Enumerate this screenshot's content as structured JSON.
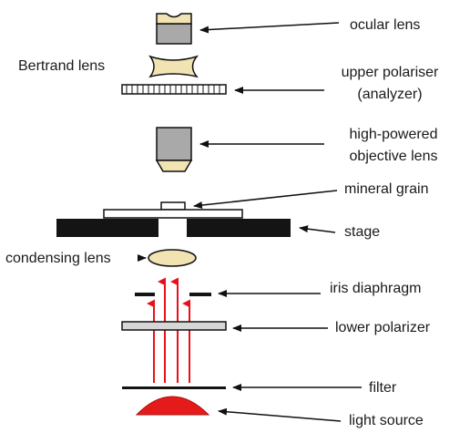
{
  "diagram": {
    "colors": {
      "ink": "#111111",
      "lens_tan": "#f2e3b3",
      "lens_gray": "#a9a9a9",
      "ray_red": "#e8101a",
      "lamp_red": "#e51b1b",
      "stage_black": "#141414",
      "polarizer_fill": "#d6d6d6"
    },
    "labels": {
      "ocular_lens": "ocular lens",
      "bertrand_lens": "Bertrand lens",
      "upper_polariser_line1": "upper polariser",
      "upper_polariser_line2": "(analyzer)",
      "objective_line1": "high-powered",
      "objective_line2": "objective lens",
      "mineral_grain": "mineral grain",
      "stage": "stage",
      "condensing_lens": "condensing lens",
      "iris_diaphragm": "iris diaphragm",
      "lower_polarizer": "lower polarizer",
      "filter": "filter",
      "light_source": "light source"
    }
  }
}
